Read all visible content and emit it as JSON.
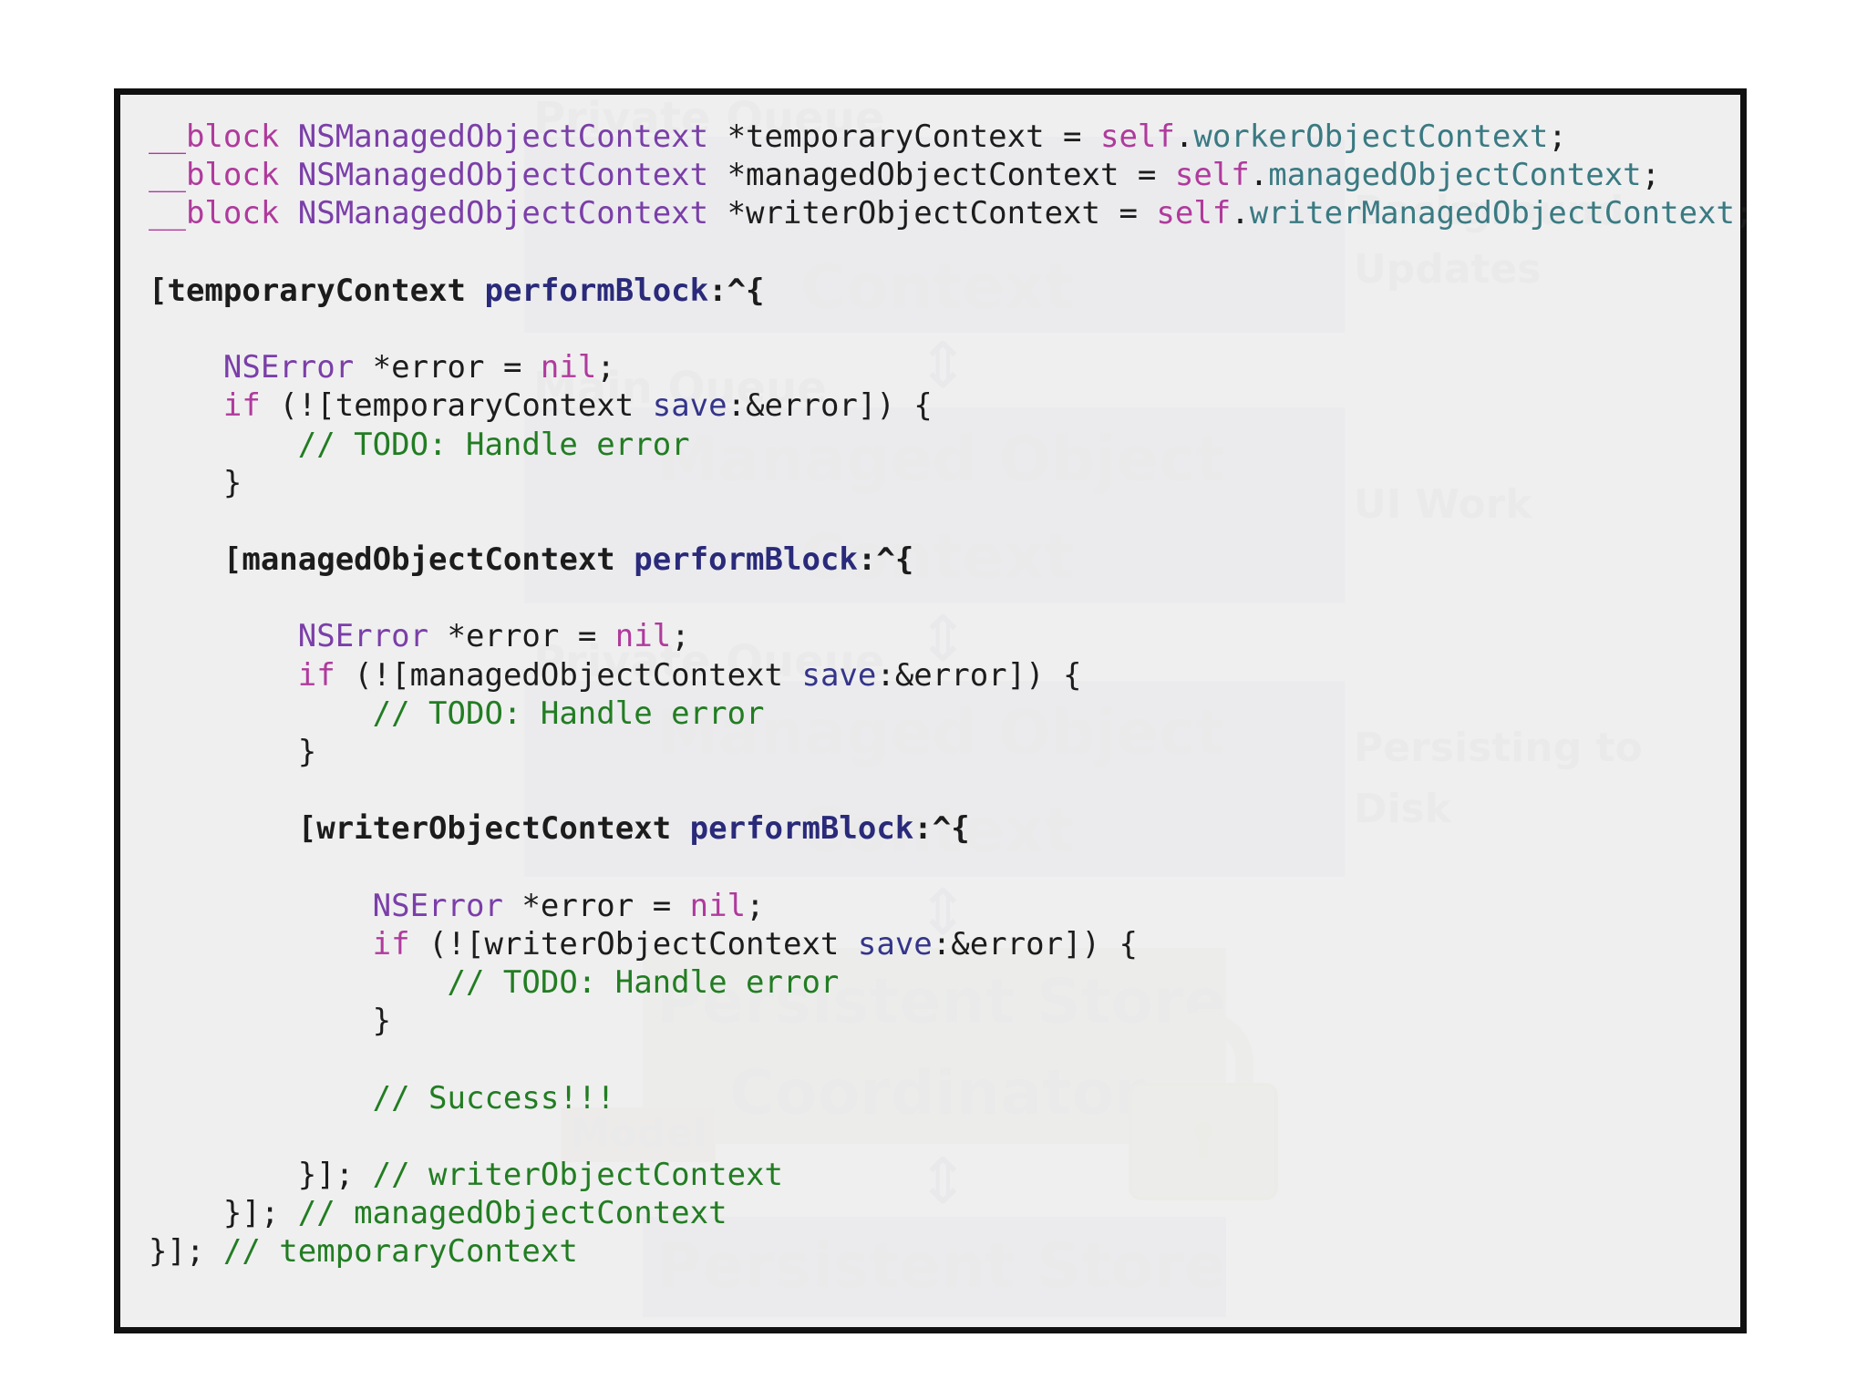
{
  "background_diagram": {
    "labels": [
      "Private Queue",
      "Context",
      "Background Updates",
      "Main Queue",
      "Managed Object",
      "Context",
      "UI Work",
      "Private Queue",
      "Managed Object",
      "Context",
      "Persisting to",
      "Disk",
      "Persistent Store",
      "Coordinator",
      "Model",
      "Persistent Store"
    ]
  },
  "code_lines": [
    [
      {
        "t": "__block ",
        "c": "kw"
      },
      {
        "t": "NSManagedObjectContext",
        "c": "type"
      },
      {
        "t": " *temporaryContext = ",
        "c": ""
      },
      {
        "t": "self",
        "c": "kw"
      },
      {
        "t": ".",
        "c": ""
      },
      {
        "t": "workerObjectContext",
        "c": "prop"
      },
      {
        "t": ";",
        "c": ""
      }
    ],
    [
      {
        "t": "__block ",
        "c": "kw"
      },
      {
        "t": "NSManagedObjectContext",
        "c": "type"
      },
      {
        "t": " *managedObjectContext = ",
        "c": ""
      },
      {
        "t": "self",
        "c": "kw"
      },
      {
        "t": ".",
        "c": ""
      },
      {
        "t": "managedObjectContext",
        "c": "prop"
      },
      {
        "t": ";",
        "c": ""
      }
    ],
    [
      {
        "t": "__block ",
        "c": "kw"
      },
      {
        "t": "NSManagedObjectContext",
        "c": "type"
      },
      {
        "t": " *writerObjectContext = ",
        "c": ""
      },
      {
        "t": "self",
        "c": "kw"
      },
      {
        "t": ".",
        "c": ""
      },
      {
        "t": "writerManagedObjectContext",
        "c": "prop"
      },
      {
        "t": ";",
        "c": ""
      }
    ],
    [],
    [
      {
        "t": "[temporaryContext ",
        "c": "bold"
      },
      {
        "t": "performBlock",
        "c": "sel bold"
      },
      {
        "t": ":^{",
        "c": "bold"
      }
    ],
    [],
    [
      {
        "t": "    ",
        "c": ""
      },
      {
        "t": "NSError",
        "c": "type"
      },
      {
        "t": " *error = ",
        "c": ""
      },
      {
        "t": "nil",
        "c": "kw"
      },
      {
        "t": ";",
        "c": ""
      }
    ],
    [
      {
        "t": "    ",
        "c": ""
      },
      {
        "t": "if",
        "c": "kw"
      },
      {
        "t": " (![temporaryContext ",
        "c": ""
      },
      {
        "t": "save",
        "c": "sel"
      },
      {
        "t": ":&error]) {",
        "c": ""
      }
    ],
    [
      {
        "t": "        ",
        "c": ""
      },
      {
        "t": "// TODO: Handle error",
        "c": "cm"
      }
    ],
    [
      {
        "t": "    }",
        "c": ""
      }
    ],
    [],
    [
      {
        "t": "    ",
        "c": ""
      },
      {
        "t": "[managedObjectContext ",
        "c": "bold"
      },
      {
        "t": "performBlock",
        "c": "sel bold"
      },
      {
        "t": ":^{",
        "c": "bold"
      }
    ],
    [],
    [
      {
        "t": "        ",
        "c": ""
      },
      {
        "t": "NSError",
        "c": "type"
      },
      {
        "t": " *error = ",
        "c": ""
      },
      {
        "t": "nil",
        "c": "kw"
      },
      {
        "t": ";",
        "c": ""
      }
    ],
    [
      {
        "t": "        ",
        "c": ""
      },
      {
        "t": "if",
        "c": "kw"
      },
      {
        "t": " (![managedObjectContext ",
        "c": ""
      },
      {
        "t": "save",
        "c": "sel"
      },
      {
        "t": ":&error]) {",
        "c": ""
      }
    ],
    [
      {
        "t": "            ",
        "c": ""
      },
      {
        "t": "// TODO: Handle error",
        "c": "cm"
      }
    ],
    [
      {
        "t": "        }",
        "c": ""
      }
    ],
    [],
    [
      {
        "t": "        ",
        "c": ""
      },
      {
        "t": "[writerObjectContext ",
        "c": "bold"
      },
      {
        "t": "performBlock",
        "c": "sel bold"
      },
      {
        "t": ":^{",
        "c": "bold"
      }
    ],
    [],
    [
      {
        "t": "            ",
        "c": ""
      },
      {
        "t": "NSError",
        "c": "type"
      },
      {
        "t": " *error = ",
        "c": ""
      },
      {
        "t": "nil",
        "c": "kw"
      },
      {
        "t": ";",
        "c": ""
      }
    ],
    [
      {
        "t": "            ",
        "c": ""
      },
      {
        "t": "if",
        "c": "kw"
      },
      {
        "t": " (![writerObjectContext ",
        "c": ""
      },
      {
        "t": "save",
        "c": "sel"
      },
      {
        "t": ":&error]) {",
        "c": ""
      }
    ],
    [
      {
        "t": "                ",
        "c": ""
      },
      {
        "t": "// TODO: Handle error",
        "c": "cm"
      }
    ],
    [
      {
        "t": "            }",
        "c": ""
      }
    ],
    [],
    [
      {
        "t": "            ",
        "c": ""
      },
      {
        "t": "// Success!!!",
        "c": "cm"
      }
    ],
    [],
    [
      {
        "t": "        }]; ",
        "c": ""
      },
      {
        "t": "// writerObjectContext",
        "c": "cm"
      }
    ],
    [
      {
        "t": "    }]; ",
        "c": ""
      },
      {
        "t": "// managedObjectContext",
        "c": "cm"
      }
    ],
    [
      {
        "t": "}]; ",
        "c": ""
      },
      {
        "t": "// temporaryContext",
        "c": "cm"
      }
    ]
  ],
  "colors": {
    "keyword": "#b03a9c",
    "type": "#7b3fa8",
    "property": "#3a7a82",
    "selector": "#34358a",
    "comment": "#227d22",
    "panel_border": "#111111"
  }
}
